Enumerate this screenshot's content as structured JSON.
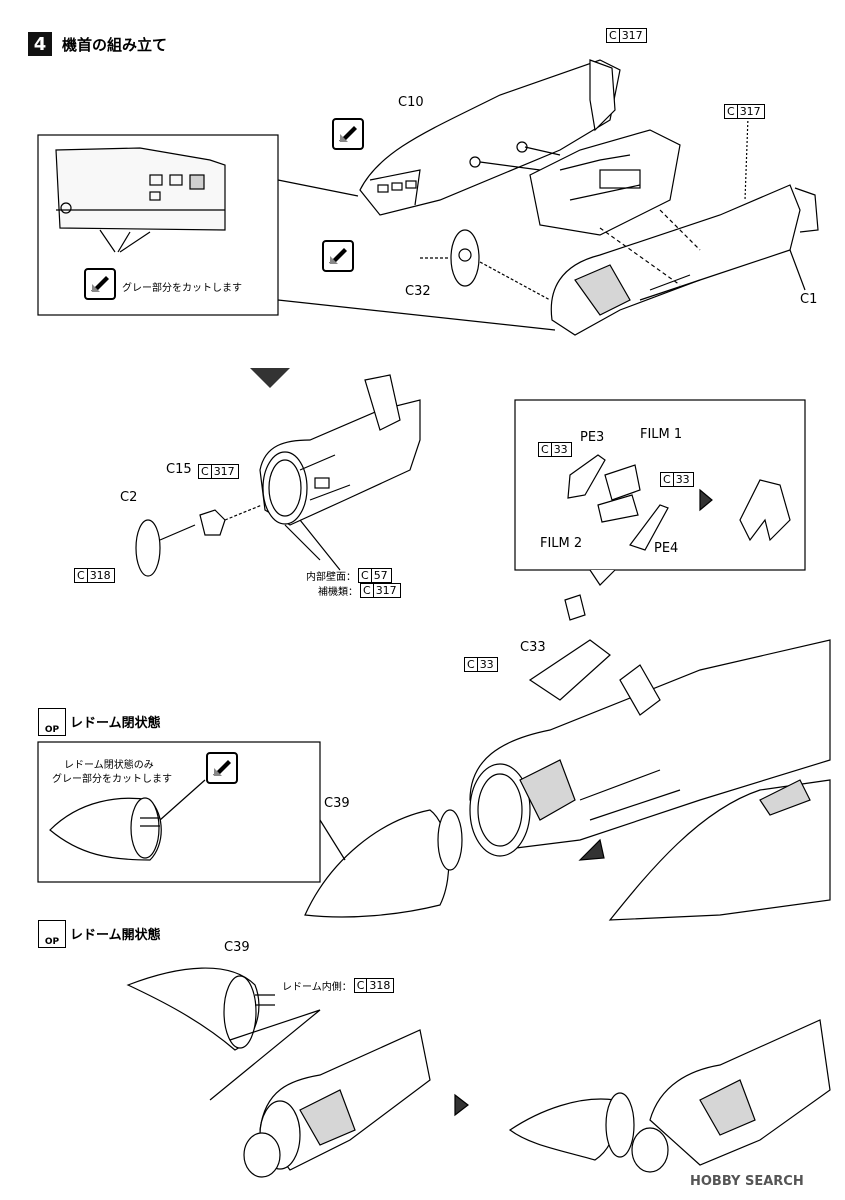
{
  "step": {
    "number": "4",
    "title": "機首の組み立て"
  },
  "cut_note": "グレー部分をカットします",
  "parts": {
    "c10": "C10",
    "c1": "C1",
    "c32": "C32",
    "c15": "C15",
    "c2": "C2",
    "c33_top": "C33",
    "c39_a": "C39",
    "c39_b": "C39",
    "pe3": "PE3",
    "pe4": "PE4",
    "film1": "FILM 1",
    "film2": "FILM 2"
  },
  "paint": {
    "prefix": "C",
    "top_right": "317",
    "mid_right": "317",
    "c15_color": "317",
    "c2_color": "318",
    "inner_wall_label": "内部壁面：",
    "inner_wall_color": "57",
    "aux_label": "補機類：",
    "aux_color": "317",
    "c33_a": "33",
    "c33_b": "33",
    "c33_c": "33",
    "radome_inner_label": "レドーム内側：",
    "radome_inner_color": "318"
  },
  "options": {
    "closed_title": "レドーム閉状態",
    "closed_note_1": "レドーム閉状態のみ",
    "closed_note_2": "グレー部分をカットします",
    "open_title": "レドーム開状態",
    "op_text": "OP"
  },
  "watermark": "HOBBY SEARCH",
  "icons": {
    "cut": "knife-cut-icon",
    "optional": "optional-op-icon",
    "down": "arrow-down-icon",
    "right": "arrow-right-icon"
  }
}
